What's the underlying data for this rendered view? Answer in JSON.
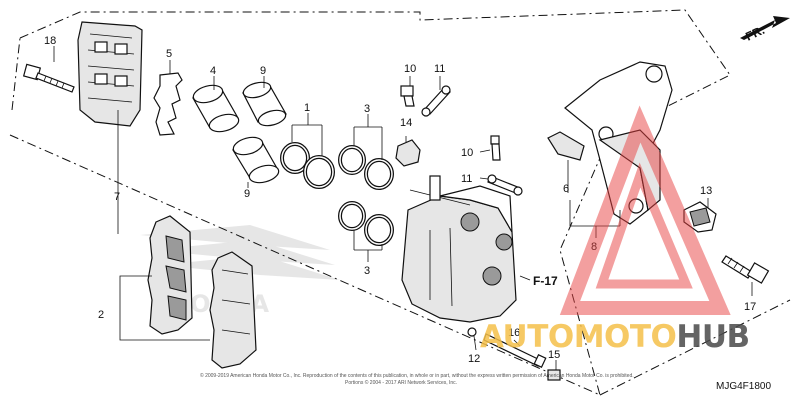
{
  "callouts": {
    "c1": "1",
    "c2": "2",
    "c3a": "3",
    "c3b": "3",
    "c4": "4",
    "c5": "5",
    "c6": "6",
    "c7": "7",
    "c8": "8",
    "c9a": "9",
    "c9b": "9",
    "c10a": "10",
    "c10b": "10",
    "c11a": "11",
    "c11b": "11",
    "c12": "12",
    "c13": "13",
    "c14": "14",
    "c15": "15",
    "c16": "16",
    "c17": "17",
    "c18": "18"
  },
  "reference": "F-17",
  "direction_label": "FR.",
  "diagram_code": "MJG4F1800",
  "copyright_line1": "© 2009-2019 American Honda Motor Co., Inc. Reproduction of the contents of this publication, in whole or in part, without the express written permission of American Honda Motor Co. is prohibited.",
  "copyright_line2": "Portions © 2004 - 2017 ARI Network Services, Inc.",
  "background_logo_text": "HONDA",
  "watermark": {
    "part1": "AUTOMOTO",
    "part2": "HUB",
    "color_primary": "#f5c04a",
    "color_secondary": "#4a4a4a",
    "triangle_color": "#e84040"
  }
}
